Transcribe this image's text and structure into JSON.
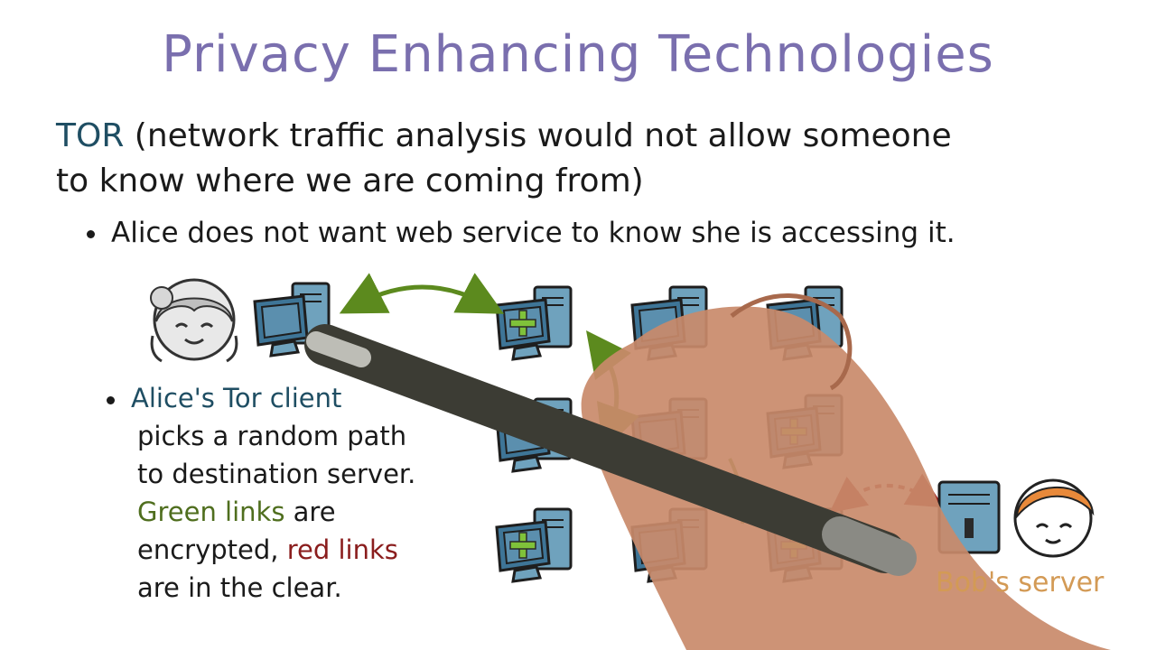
{
  "title": "Privacy Enhancing Technologies",
  "tor": {
    "keyword": "TOR",
    "line1": "(network traffic analysis would not allow someone",
    "line2": "to know where we are coming from)"
  },
  "bullet1": "Alice does not want web service to know she is accessing it.",
  "left_block": {
    "client": "Alice's Tor client",
    "line2": "picks a random path",
    "line3": "to destination server.",
    "green_links": "Green links",
    "line4_rest": " are",
    "line5_start": "encrypted, ",
    "red_links": "red links",
    "line6": "are in the clear."
  },
  "bob_label": "Bob's server",
  "colors": {
    "title": "#7a6fae",
    "tor": "#1f4e63",
    "green_link": "#5c8a1e",
    "red_link": "#9a1a1a",
    "bob": "#d39a55",
    "computer_screen": "#3e7597",
    "computer_body": "#6fa2bd"
  },
  "icons": [
    "alice-avatar-icon",
    "computer-icon",
    "tor-node-icon",
    "server-icon",
    "bob-avatar-icon"
  ]
}
